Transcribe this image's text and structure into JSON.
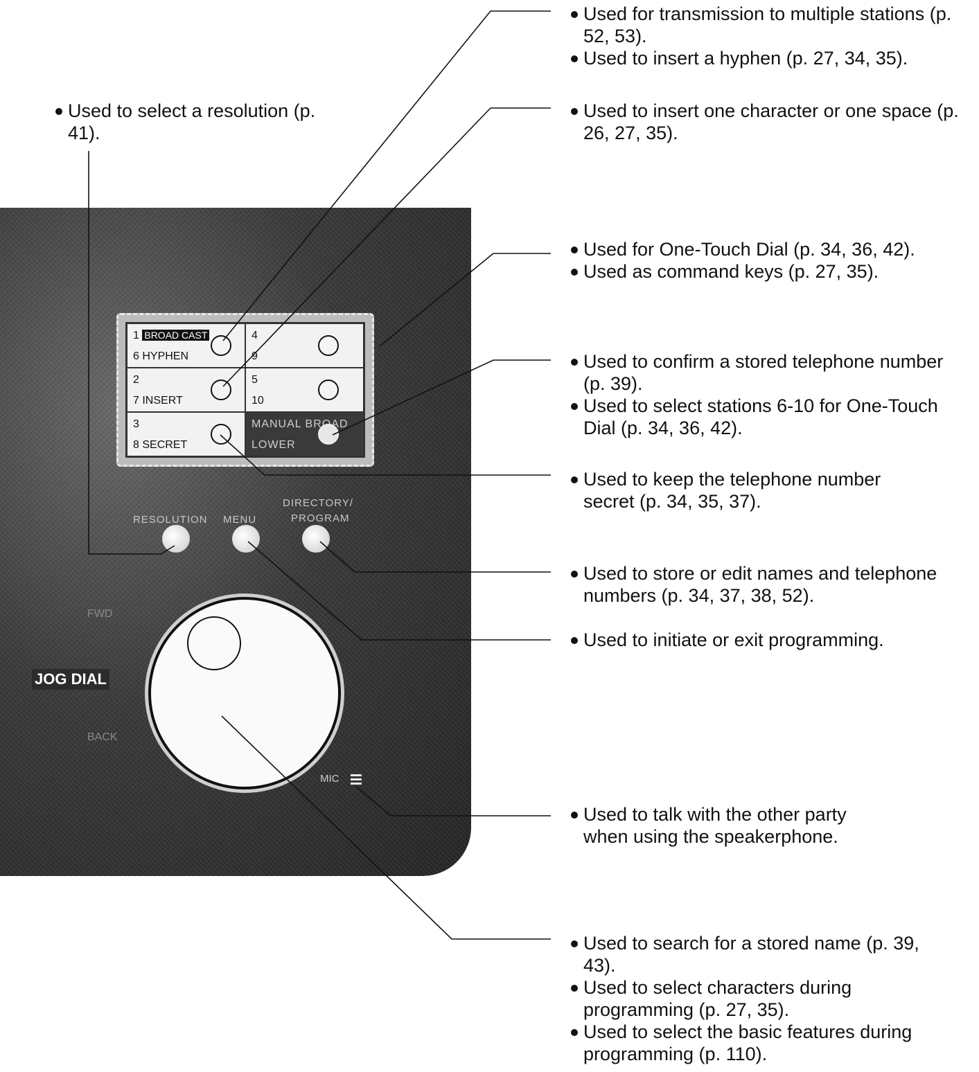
{
  "callouts": {
    "broadcast": [
      "Used for transmission to multiple stations (p. 52, 53).",
      "Used to insert a hyphen (p. 27, 34, 35)."
    ],
    "insert": [
      "Used to insert one character or one space (p. 26, 27, 35)."
    ],
    "resolution": [
      "Used to select a resolution (p. 41)."
    ],
    "one_touch": [
      "Used for One-Touch Dial (p. 34, 36, 42).",
      "Used as command keys (p. 27, 35)."
    ],
    "lower": [
      "Used to confirm a stored telephone number (p. 39).",
      "Used to select stations 6-10 for One-Touch Dial (p. 34, 36, 42)."
    ],
    "secret": [
      "Used to keep the telephone number secret (p. 34, 35, 37)."
    ],
    "directory": [
      "Used to store or edit names and telephone numbers (p. 34, 37, 38, 52)."
    ],
    "menu": [
      "Used to initiate or exit programming."
    ],
    "mic": [
      "Used to talk with the other party when using the speakerphone."
    ],
    "jog": [
      "Used to search for a stored name (p. 39, 43).",
      "Used to select characters during programming (p. 27, 35).",
      "Used to select the basic features during programming (p. 110)."
    ]
  },
  "keys": [
    {
      "top": "1",
      "tag": "BROAD CAST",
      "bottom": "6 HYPHEN"
    },
    {
      "top": "4",
      "bottom": "9"
    },
    {
      "top": "2",
      "bottom": "7 INSERT"
    },
    {
      "top": "5",
      "bottom": "10"
    },
    {
      "top": "3",
      "bottom": "8 SECRET"
    },
    {
      "top": "MANUAL BROAD",
      "bottom": "LOWER"
    }
  ],
  "panel_labels": {
    "resolution": "RESOLUTION",
    "menu": "MENU",
    "directory_top": "DIRECTORY/",
    "directory_bottom": "PROGRAM",
    "jog": "JOG DIAL",
    "forward": "FWD",
    "back": "BACK",
    "mic": "MIC"
  }
}
